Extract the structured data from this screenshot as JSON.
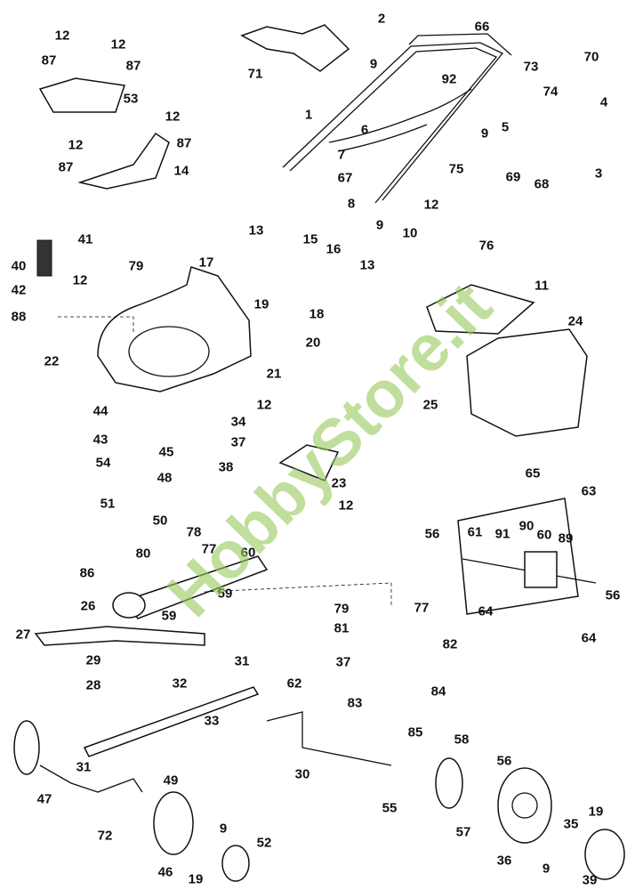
{
  "diagram_title": "",
  "watermark": "HobbyStore.it",
  "part_labels": [
    "12",
    "12",
    "87",
    "87",
    "53",
    "71",
    "2",
    "66",
    "9",
    "92",
    "73",
    "70",
    "74",
    "4",
    "1",
    "6",
    "9",
    "5",
    "7",
    "67",
    "69",
    "68",
    "3",
    "75",
    "12",
    "87",
    "12",
    "87",
    "14",
    "8",
    "9",
    "10",
    "12",
    "76",
    "41",
    "13",
    "15",
    "16",
    "13",
    "40",
    "12",
    "79",
    "17",
    "11",
    "42",
    "88",
    "19",
    "18",
    "24",
    "20",
    "22",
    "21",
    "12",
    "25",
    "44",
    "34",
    "37",
    "43",
    "45",
    "38",
    "54",
    "48",
    "23",
    "12",
    "65",
    "63",
    "51",
    "50",
    "56",
    "61",
    "91",
    "90",
    "60",
    "89",
    "78",
    "77",
    "80",
    "60",
    "86",
    "59",
    "26",
    "59",
    "64",
    "56",
    "64",
    "27",
    "79",
    "77",
    "81",
    "82",
    "29",
    "31",
    "37",
    "32",
    "62",
    "28",
    "84",
    "83",
    "33",
    "58",
    "56",
    "85",
    "31",
    "30",
    "49",
    "55",
    "47",
    "57",
    "35",
    "19",
    "72",
    "9",
    "52",
    "46",
    "36",
    "9",
    "19",
    "39"
  ]
}
